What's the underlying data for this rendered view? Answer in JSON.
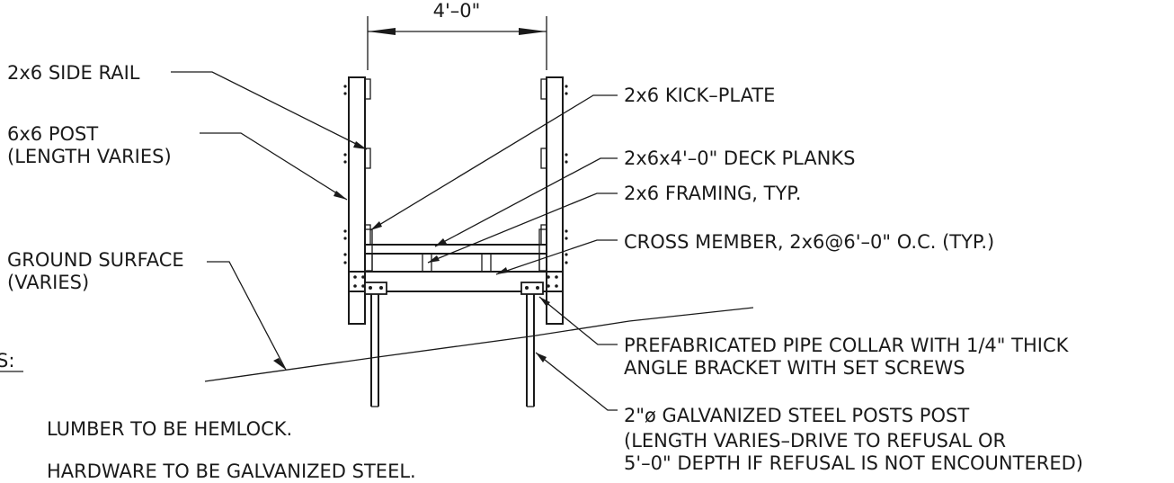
{
  "dimension": {
    "label": "4'–0\""
  },
  "left_labels": {
    "side_rail": "2x6 SIDE RAIL",
    "post_line1": "6x6 POST",
    "post_line2": "(LENGTH VARIES)",
    "ground_line1": "GROUND SURFACE",
    "ground_line2": "(VARIES)"
  },
  "right_labels": {
    "kick_plate": "2x6 KICK–PLATE",
    "deck_planks": "2x6x4'–0\" DECK PLANKS",
    "framing": "2x6 FRAMING, TYP.",
    "cross_member": "CROSS MEMBER, 2x6@6'–0\" O.C. (TYP.)",
    "collar_line1": "PREFABRICATED PIPE COLLAR WITH 1/4\" THICK",
    "collar_line2": "ANGLE BRACKET WITH SET SCREWS",
    "steel_line1": "2\"ø GALVANIZED STEEL POSTS POST",
    "steel_line2": "(LENGTH VARIES–DRIVE TO REFUSAL OR",
    "steel_line3": "5'–0\" DEPTH IF REFUSAL IS NOT ENCOUNTERED)"
  },
  "notes": {
    "heading_fragment": "S:",
    "note1": "LUMBER TO BE HEMLOCK.",
    "note2": "HARDWARE TO BE GALVANIZED STEEL."
  }
}
